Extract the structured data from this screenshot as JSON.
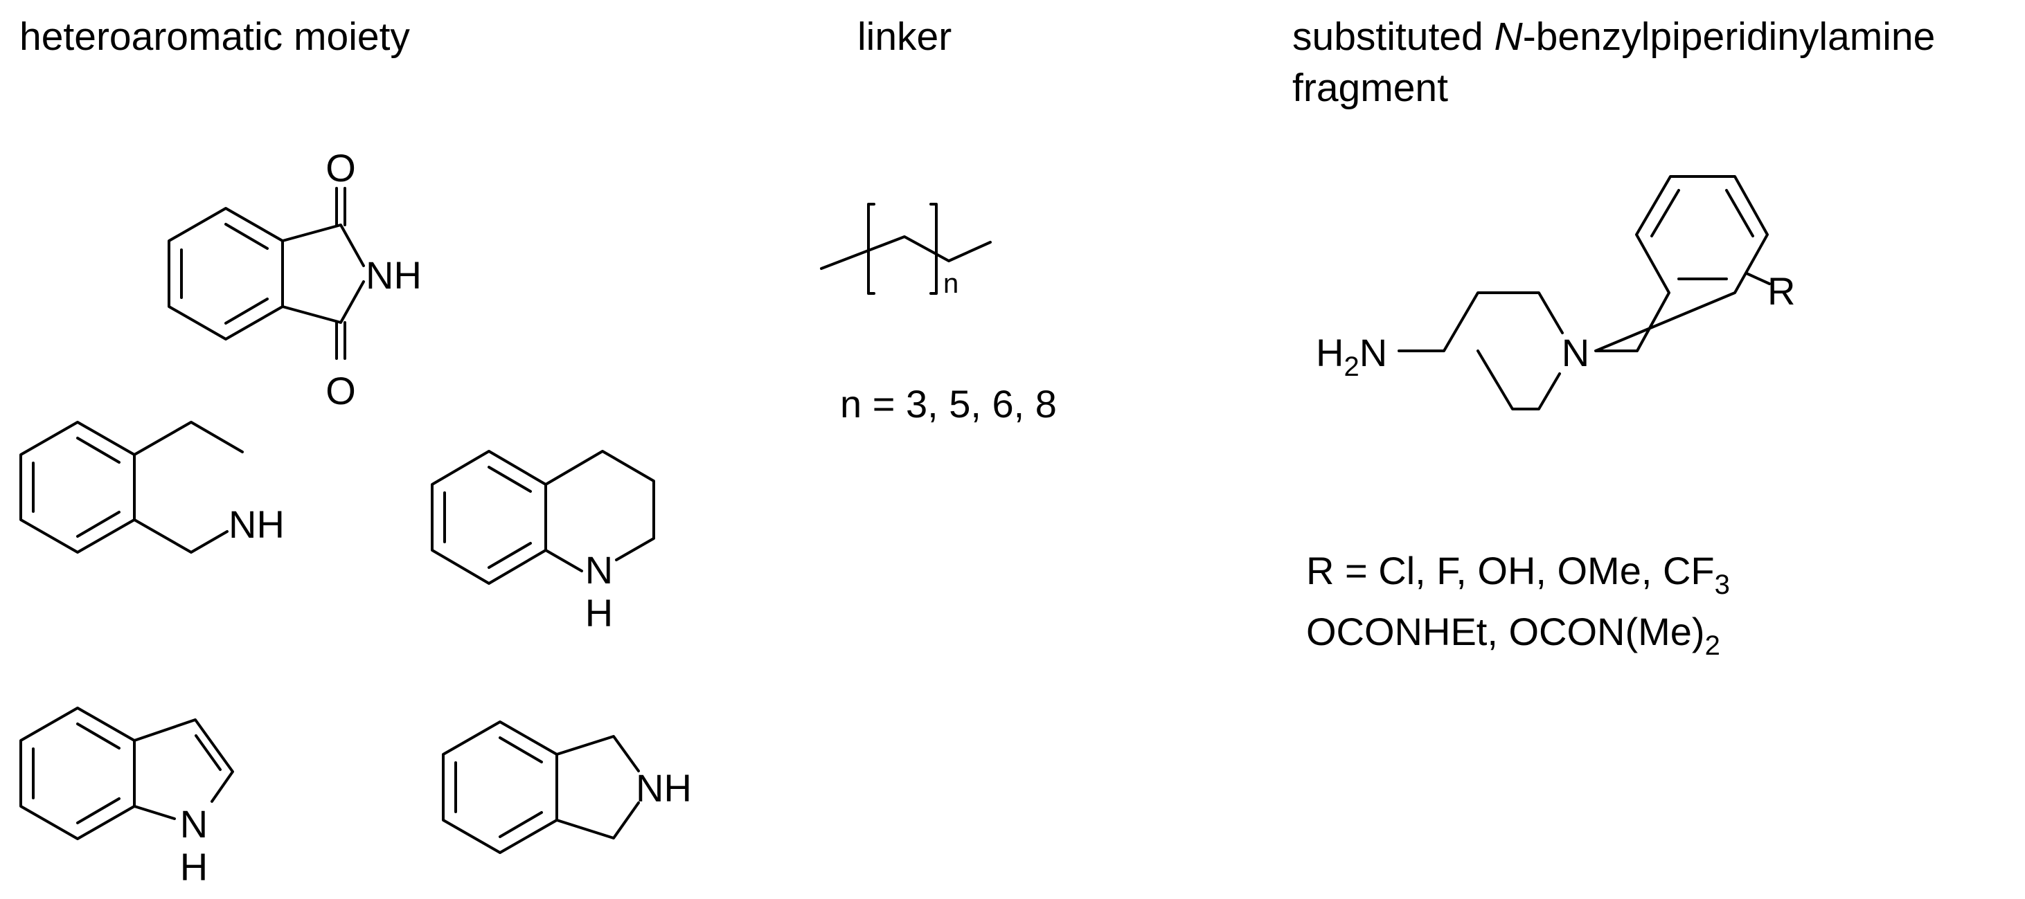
{
  "headers": {
    "moiety": "heteroaromatic moiety",
    "linker": "linker",
    "fragment_pre": "substituted ",
    "fragment_italic": "N",
    "fragment_post": "-benzylpiperidinylamine",
    "fragment_line2": "fragment"
  },
  "atoms": {
    "phth_o_top": "O",
    "phth_nh": "NH",
    "phth_o_bot": "O",
    "thiq_nh": "NH",
    "thq_n": "N",
    "thq_h": "H",
    "ind_n": "N",
    "ind_h": "H",
    "isoind_nh": "NH",
    "linker_n": "n",
    "amine_h": "H",
    "amine_sub": "2",
    "amine_n": "N",
    "pip_n": "N",
    "r": "R"
  },
  "substituents": {
    "linker_n_values": "n = 3, 5, 6, 8",
    "r_line1_main": "R = Cl, F, OH, OMe, CF",
    "r_line1_sub": "3",
    "r_line2_main": "OCONHEt, OCON(Me)",
    "r_line2_sub": "2"
  }
}
